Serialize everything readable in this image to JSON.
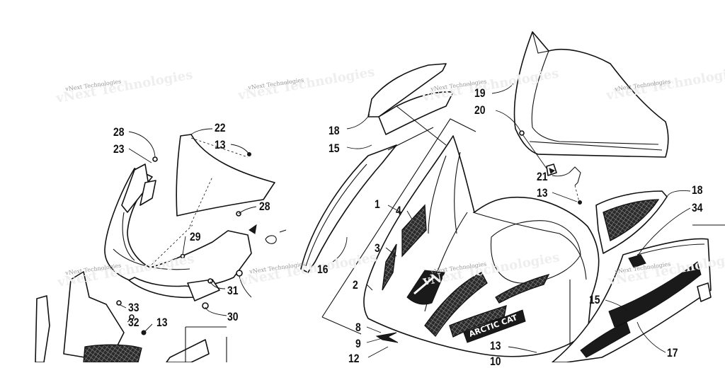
{
  "watermark": "vNext Technologies",
  "decal_text": "ARCTIC CAT",
  "callouts": [
    {
      "id": "c28a",
      "label": "28"
    },
    {
      "id": "c23",
      "label": "23"
    },
    {
      "id": "c22",
      "label": "22"
    },
    {
      "id": "c13a",
      "label": "13"
    },
    {
      "id": "c28b",
      "label": "28"
    },
    {
      "id": "c29",
      "label": "29"
    },
    {
      "id": "c31",
      "label": "31"
    },
    {
      "id": "c30",
      "label": "30"
    },
    {
      "id": "c33",
      "label": "33"
    },
    {
      "id": "c32",
      "label": "32"
    },
    {
      "id": "c13b",
      "label": "13"
    },
    {
      "id": "c18a",
      "label": "18"
    },
    {
      "id": "c15a",
      "label": "15"
    },
    {
      "id": "c1",
      "label": "1"
    },
    {
      "id": "c4",
      "label": "4"
    },
    {
      "id": "c3",
      "label": "3"
    },
    {
      "id": "c2",
      "label": "2"
    },
    {
      "id": "c16",
      "label": "16"
    },
    {
      "id": "c8",
      "label": "8"
    },
    {
      "id": "c9",
      "label": "9"
    },
    {
      "id": "c12",
      "label": "12"
    },
    {
      "id": "c19",
      "label": "19"
    },
    {
      "id": "c20",
      "label": "20"
    },
    {
      "id": "c21",
      "label": "21"
    },
    {
      "id": "c13c",
      "label": "13"
    },
    {
      "id": "c18b",
      "label": "18"
    },
    {
      "id": "c34",
      "label": "34"
    },
    {
      "id": "c15b",
      "label": "15"
    },
    {
      "id": "c13d",
      "label": "13"
    },
    {
      "id": "c10",
      "label": "10"
    },
    {
      "id": "c17",
      "label": "17"
    }
  ]
}
